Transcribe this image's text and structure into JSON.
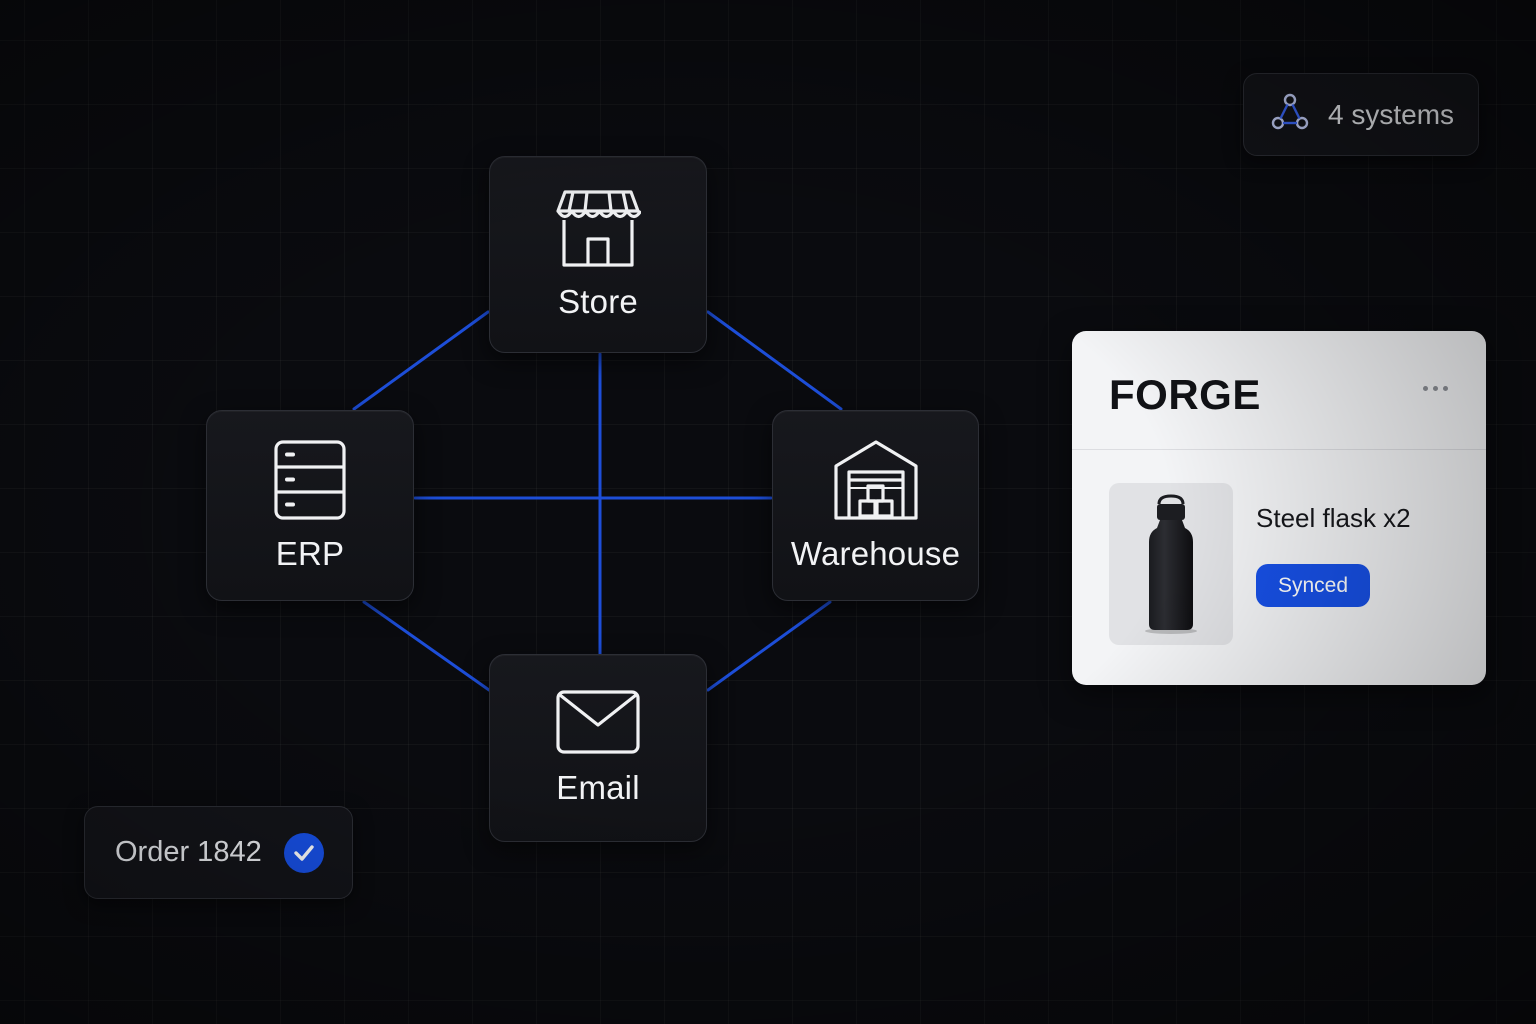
{
  "systems_pill": {
    "label": "4 systems",
    "icon": "network-icon"
  },
  "nodes": {
    "store": {
      "label": "Store",
      "icon": "storefront-icon"
    },
    "erp": {
      "label": "ERP",
      "icon": "server-rack-icon"
    },
    "warehouse": {
      "label": "Warehouse",
      "icon": "warehouse-icon"
    },
    "email": {
      "label": "Email",
      "icon": "envelope-icon"
    }
  },
  "order": {
    "label": "Order 1842",
    "status_icon": "check-circle-icon"
  },
  "card": {
    "brand": "FORGE",
    "menu_icon": "more-horizontal-icon",
    "product": {
      "name": "Steel flask x2",
      "image": "bottle-icon",
      "status": "Synced"
    }
  },
  "colors": {
    "connector": "#1d4ed8",
    "accent": "#1750e6",
    "background": "#0a0b0f",
    "node_bg": "#15161b",
    "card_bg": "#f3f4f6"
  }
}
